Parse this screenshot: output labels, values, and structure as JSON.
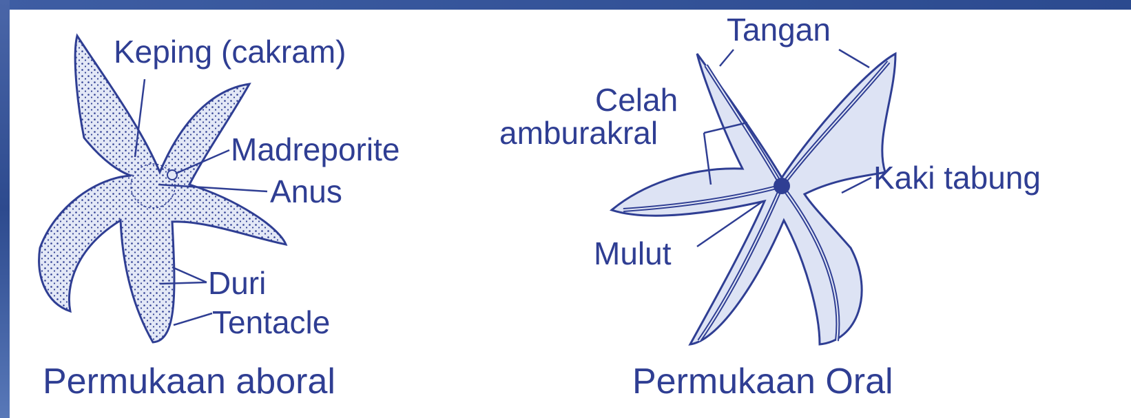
{
  "colors": {
    "ink": "#2f3e93",
    "fill": "#e3e8f6",
    "frame": "#2d4a8e"
  },
  "aboral": {
    "caption": "Permukaan aboral",
    "labels": {
      "keping": "Keping (cakram)",
      "madreporite": "Madreporite",
      "anus": "Anus",
      "duri": "Duri",
      "tentacle": "Tentacle"
    }
  },
  "oral": {
    "caption": "Permukaan Oral",
    "labels": {
      "tangan": "Tangan",
      "celah_line1": "Celah",
      "celah_line2": "amburakral",
      "kaki_tabung": "Kaki tabung",
      "mulut": "Mulut"
    }
  }
}
